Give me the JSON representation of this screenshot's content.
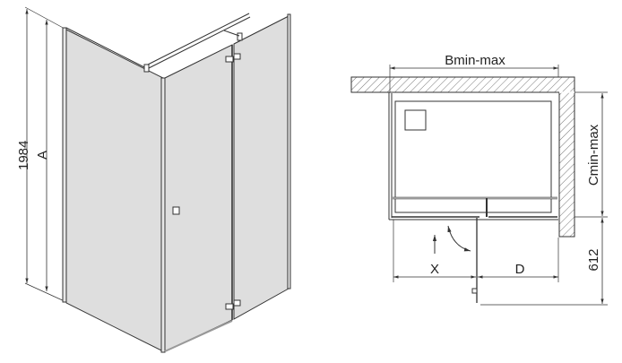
{
  "iso_view": {
    "height_label": "1984",
    "a_label": "A"
  },
  "plan_view": {
    "width_label": "Bmin-max",
    "depth_label": "Cmin-max",
    "door_clearance_label": "612",
    "x_label": "X",
    "d_label": "D"
  },
  "colors": {
    "glass": "#dedede",
    "line": "#333333"
  }
}
